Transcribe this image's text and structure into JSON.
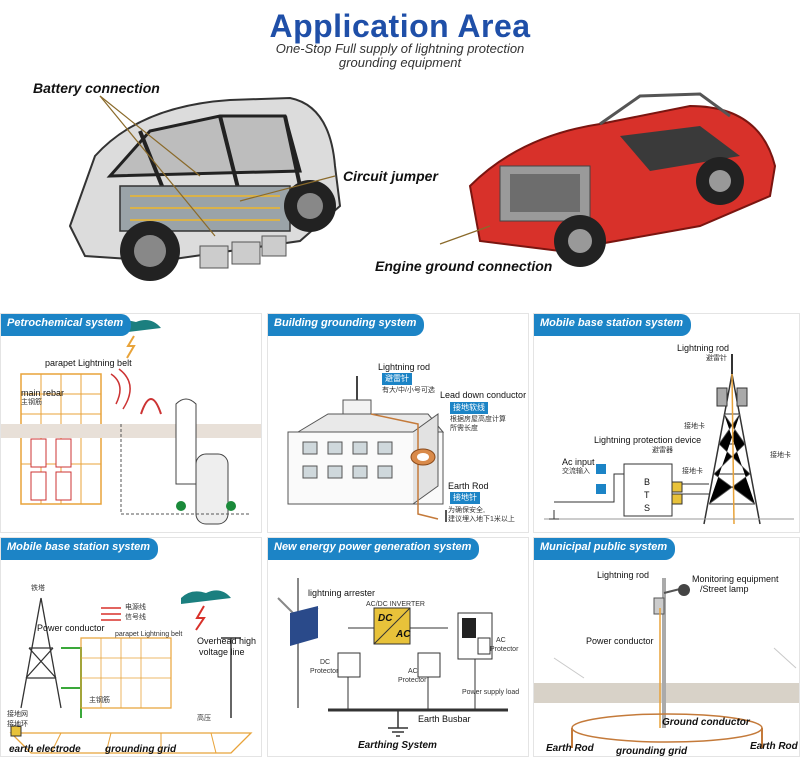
{
  "header": {
    "title": "Application Area",
    "subtitle_line1": "One-Stop Full supply of lightning protection",
    "subtitle_line2": "grounding equipment"
  },
  "cars": {
    "battery_connection": "Battery connection",
    "circuit_jumper": "Circuit jumper",
    "engine_ground_connection": "Engine ground connection"
  },
  "panels": {
    "petrochemical": {
      "title": "Petrochemical system",
      "parapet": "parapet Lightning belt",
      "main_rebar": "main rebar",
      "main_rebar_cn": "主钢筋"
    },
    "building": {
      "title": "Building grounding system",
      "lightning_rod": "Lightning rod",
      "lightning_rod_cn": "避雷针",
      "lightning_rod_note": "有大/中/小号可选",
      "lead_down": "Lead down conductor",
      "lead_down_cn": "接地软线",
      "lead_down_note1": "根据房屋高度计算",
      "lead_down_note2": "所需长度",
      "earth_rod": "Earth Rod",
      "earth_rod_cn": "接地针",
      "earth_rod_note1": "为确保安全,",
      "earth_rod_note2": "建议埋入地下1米以上"
    },
    "mobile_top": {
      "title": "Mobile base station system",
      "lightning_rod": "Lightning rod",
      "lightning_rod_cn": "避雷针",
      "grounding_clip_cn": "接地卡",
      "device": "Lightning protection device",
      "device_cn": "避雷器",
      "ac_input": "Ac input",
      "ac_input_cn": "交流输入",
      "bts_b": "B",
      "bts_t": "T",
      "bts_s": "S",
      "grounding_clip2_cn": "接地卡",
      "grounding_clip3_cn": "接地卡"
    },
    "mobile_bottom": {
      "title": "Mobile base station system",
      "tower_cn": "铁塔",
      "power_conductor": "Power conductor",
      "parapet": "parapet Lightning belt",
      "overhead": "Overhead high",
      "overhead2": "voltage line",
      "power_line_cn": "电源线",
      "signal_line_cn": "信号线",
      "main_rebar_cn": "主钢筋",
      "grid_cn": "接地网",
      "ring_cn": "接地环",
      "high_voltage_cn": "高压",
      "earth_electrode": "earth electrode",
      "grounding_grid": "grounding grid"
    },
    "new_energy": {
      "title": "New energy power generation system",
      "lightning_arrester": "lightning arrester",
      "inverter": "AC/DC INVERTER",
      "dc": "DC",
      "ac": "AC",
      "dc_protector1": "DC",
      "dc_protector2": "Protector",
      "ac_protector1": "AC",
      "ac_protector2": "Protector",
      "ac_protector_r1": "AC",
      "ac_protector_r2": "Protector",
      "power_supply_load": "Power supply load",
      "earth_busbar": "Earth Busbar",
      "earthing_system": "Earthing System"
    },
    "municipal": {
      "title": "Municipal public system",
      "lightning_rod": "Lightning rod",
      "monitoring": "Monitoring equipment",
      "street_lamp": "/Street lamp",
      "power_conductor": "Power conductor",
      "ground_conductor": "Ground conductor",
      "earth_rod_left": "Earth Rod",
      "earth_rod_right": "Earth Rod",
      "grounding_grid": "grounding grid"
    }
  },
  "colors": {
    "title_blue": "#1f4fa8",
    "banner_blue": "#1c84c6",
    "car_red": "#d8312a",
    "wire_orange": "#e8a33a"
  }
}
